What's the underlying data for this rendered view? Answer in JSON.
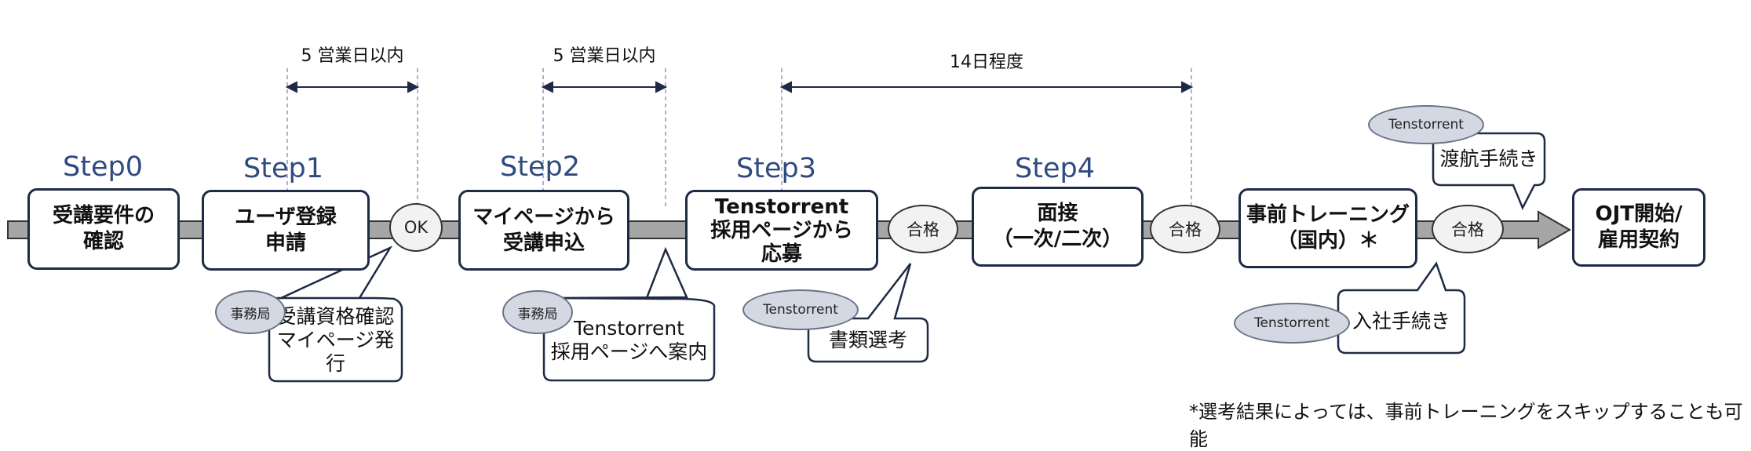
{
  "steps": [
    {
      "label": "Step0",
      "box_lines": [
        "受講要件の",
        "確認"
      ]
    },
    {
      "label": "Step1",
      "box_lines": [
        "ユーザ登録",
        "申請"
      ]
    },
    {
      "label": "Step2",
      "box_lines": [
        "マイページから",
        "受講申込"
      ]
    },
    {
      "label": "Step3",
      "box_lines": [
        "Tenstorrent",
        "採用ページから",
        "応募"
      ]
    },
    {
      "label": "Step4",
      "box_lines": [
        "面接",
        "（一次/二次）"
      ]
    }
  ],
  "extra_boxes": [
    {
      "lines": [
        "事前トレーニング",
        "（国内）＊"
      ]
    },
    {
      "lines": [
        "OJT開始/",
        "雇用契約"
      ]
    }
  ],
  "checkpoints": [
    "OK",
    "合格",
    "合格",
    "合格"
  ],
  "durations": [
    "5 営業日以内",
    "5 営業日以内",
    "14日程度"
  ],
  "callouts": [
    {
      "actor": "事務局",
      "lines": [
        "受講資格確認",
        "マイページ発行"
      ]
    },
    {
      "actor": "事務局",
      "lines": [
        "Tenstorrent",
        "採用ページへ案内"
      ]
    },
    {
      "actor": "Tenstorrent",
      "lines": [
        "書類選考"
      ]
    },
    {
      "actor": "Tenstorrent",
      "lines": [
        "入社手続き"
      ]
    },
    {
      "actor": "Tenstorrent",
      "lines": [
        "渡航手続き"
      ]
    }
  ],
  "footnote": "*選考結果によっては、事前トレーニングをスキップすることも可能",
  "colors": {
    "arrow_fill": "#A6A6A6",
    "step_label": "#2F4A80",
    "actor_fill": "#D3D8E3",
    "border": "#1F2A44"
  }
}
